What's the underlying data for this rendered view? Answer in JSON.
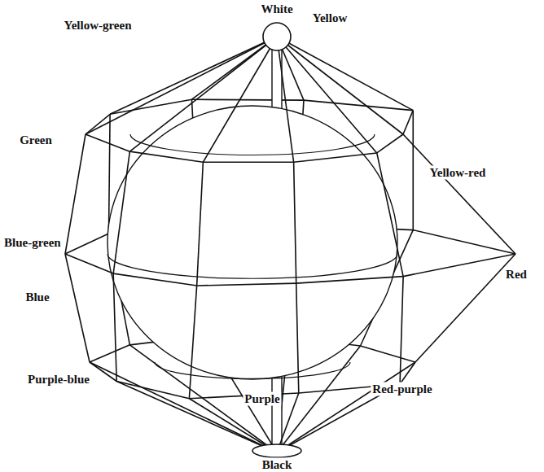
{
  "diagram": {
    "labels": [
      "White",
      "Yellow-green",
      "Yellow",
      "Green",
      "Yellow-red",
      "Blue-green",
      "Red",
      "Blue",
      "Purple-blue",
      "Purple",
      "Red-purple",
      "Black"
    ]
  }
}
